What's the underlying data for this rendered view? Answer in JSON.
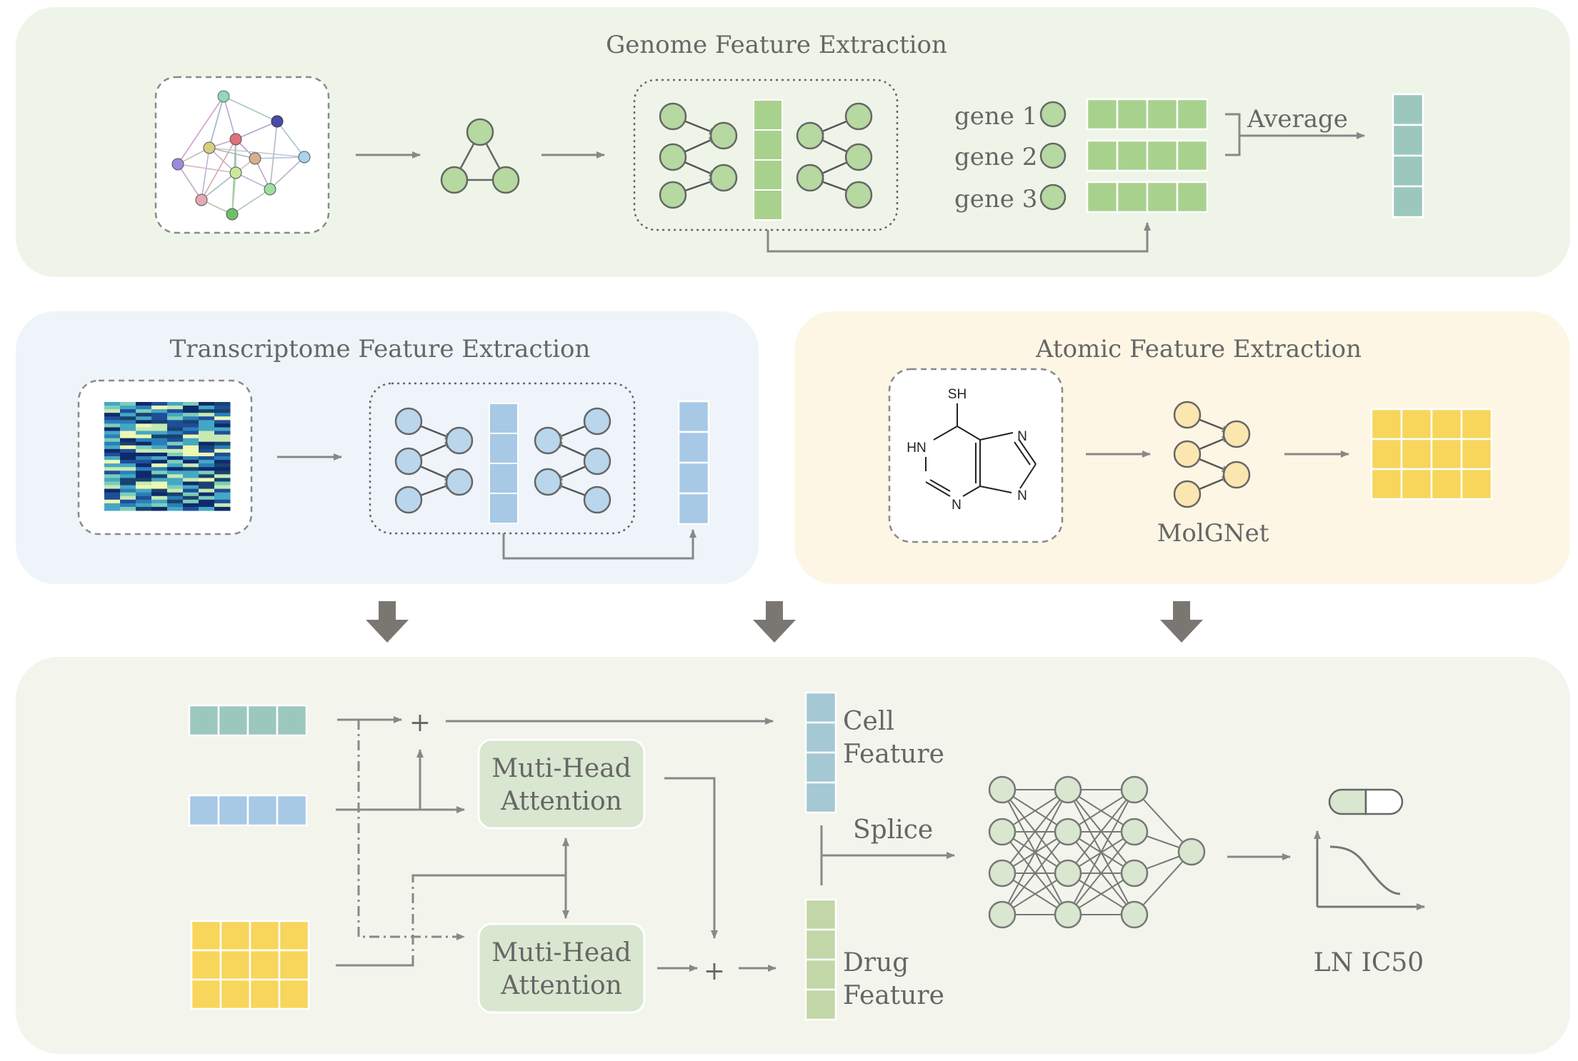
{
  "genome": {
    "title": "Genome Feature Extraction",
    "genes": [
      "gene 1",
      "gene 2",
      "gene 3"
    ],
    "average_label": "Average"
  },
  "transcriptome": {
    "title": "Transcriptome Feature Extraction"
  },
  "atomic": {
    "title": "Atomic Feature Extraction",
    "model_label": "MolGNet",
    "molecule_atoms": [
      "SH",
      "HN",
      "N",
      "N",
      "N"
    ]
  },
  "fusion": {
    "attention_top": [
      "Muti-Head",
      "Attention"
    ],
    "attention_bottom": [
      "Muti-Head",
      "Attention"
    ],
    "plus_symbol": "+",
    "cell_feature": [
      "Cell",
      "Feature"
    ],
    "drug_feature": [
      "Drug",
      "Feature"
    ],
    "splice_label": "Splice",
    "output_label": "LN IC50"
  },
  "colors": {
    "genome_bg": "#eef5e8",
    "transcriptome_bg": "#eef4f9",
    "atomic_bg": "#fdf6e4",
    "fusion_bg": "#f3f4ec",
    "green_node": "#b5d9a1",
    "green_block": "#a9d18e",
    "teal_block": "#9cc8bc",
    "blue_node": "#b9d6ec",
    "blue_block": "#a7c9e6",
    "yellow_node": "#fbe6b0",
    "yellow_block": "#f8d55b",
    "cell_feature_block": "#a4c8d4",
    "drug_feature_block": "#c2d6a7",
    "attention_box": "#d9e6d0",
    "arrow": "#888888",
    "big_arrow": "#7a7772"
  },
  "icons": [
    "ppi-network-image",
    "triangle-graph-icon",
    "heatmap-image",
    "molecule-structure-image",
    "pill-icon",
    "dose-response-curve-icon"
  ]
}
